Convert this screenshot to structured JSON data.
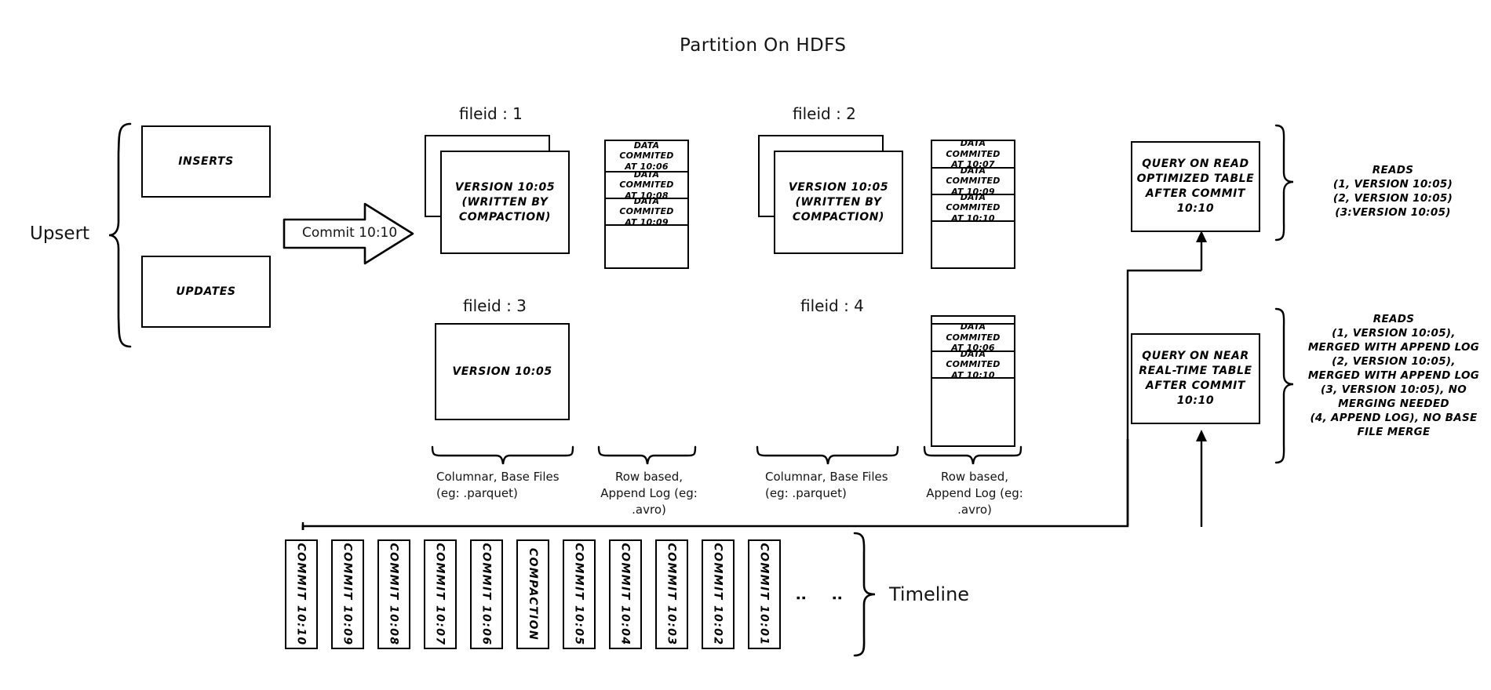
{
  "diagram": {
    "title": "Partition On HDFS",
    "upsert_label": "Upsert",
    "inserts_label": "INSERTS",
    "updates_label": "UPDATES",
    "commit_arrow_label": "Commit 10:10",
    "timeline_label": "Timeline",
    "ellipsis": ":",
    "base_files_caption": "Columnar, Base Files\n(eg: .parquet)",
    "append_log_caption": "Row based,\nAppend Log  (eg:\n.avro)"
  },
  "file_groups": [
    {
      "fileid_label": "fileid : 1",
      "base_text": "VERSION 10:05\n(WRITTEN BY\nCOMPACTION)",
      "stacked": true,
      "log_entries": [
        "DATA COMMITED\nAT 10:06",
        "DATA COMMITED\nAT 10:08",
        "DATA COMMITED\nAT 10:09"
      ]
    },
    {
      "fileid_label": "fileid : 2",
      "base_text": "VERSION 10:05\n(WRITTEN BY\nCOMPACTION)",
      "stacked": true,
      "log_entries": [
        "DATA COMMITED\nAT 10:07",
        "DATA COMMITED\nAT 10:09",
        "DATA COMMITED\nAT 10:10"
      ]
    },
    {
      "fileid_label": "fileid : 3",
      "base_text": "VERSION 10:05",
      "stacked": false,
      "log_entries": []
    },
    {
      "fileid_label": "fileid : 4",
      "base_text": "",
      "stacked": false,
      "log_entries": [
        "DATA COMMITED\nAT 10:06",
        "DATA COMMITED\nAT 10:10"
      ]
    }
  ],
  "queries": [
    {
      "box_text": "QUERY ON READ\nOPTIMIZED TABLE\nAFTER COMMIT\n10:10",
      "reads_text": "READS\n(1, VERSION 10:05)\n(2, VERSION 10:05)\n(3:VERSION 10:05)"
    },
    {
      "box_text": "QUERY ON NEAR\nREAL-TIME TABLE\nAFTER COMMIT\n10:10",
      "reads_text": "READS\n(1, VERSION 10:05),\nMERGED WITH APPEND LOG\n(2, VERSION 10:05),\nMERGED WITH APPEND LOG\n(3, VERSION 10:05), NO\nMERGING NEEDED\n(4, APPEND LOG), NO BASE\nFILE MERGE"
    }
  ],
  "timeline": {
    "items": [
      "COMMIT  10:10",
      "COMMIT  10:09",
      "COMMIT  10:08",
      "COMMIT  10:07",
      "COMMIT  10:06",
      "COMPACTION",
      "COMMIT  10:05",
      "COMMIT  10:04",
      "COMMIT  10:03",
      "COMMIT  10:02",
      "COMMIT  10:01"
    ]
  }
}
